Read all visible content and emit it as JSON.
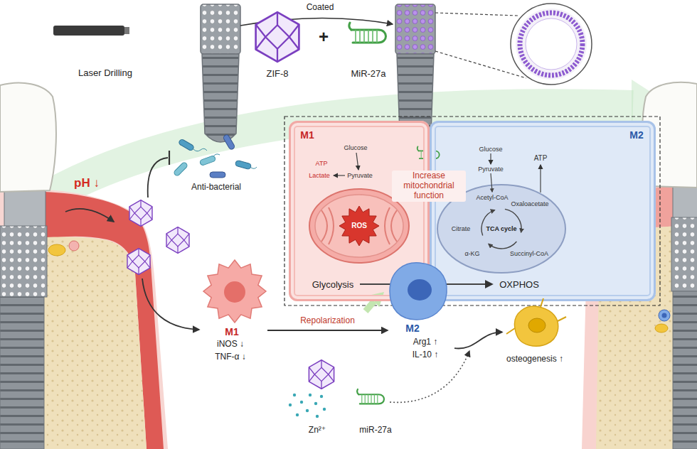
{
  "diagram": {
    "nodes": [
      {
        "text": [
          "M1",
          "Glycolysis"
        ]
      },
      {
        "text": [
          "ROS"
        ],
        "in": 0
      },
      {
        "text": [
          "M2",
          "OXPHOS"
        ]
      },
      {
        "text": [
          "Acetyl-CoA",
          "Oxaloacetate",
          "Citrate",
          "TCA cycle",
          "Succinyl-CoA",
          "α-KG"
        ],
        "in": 2
      },
      {
        "text": [
          "M1",
          "iNOS ↓",
          "TNF-α ↓"
        ]
      },
      {
        "text": [
          "M2",
          "Arg1 ↑",
          "IL-10 ↑"
        ]
      },
      {
        "text": [
          "osteogenesis ↑"
        ]
      }
    ],
    "edges": [
      {
        "from": 4,
        "to": 5,
        "label": "Repolarization",
        "arrow": "to"
      },
      {
        "from": 5,
        "to": 6,
        "arrow": "to"
      }
    ],
    "labels": [
      "Laser Drilling",
      "Coated",
      "ZIF-8",
      "+",
      "MiR-27a",
      "pH ↓",
      "Anti-bacterial",
      "Glucose",
      "ATP",
      "Lactate",
      "Pyruvate",
      "Increase mitochondrial function",
      "Glucose",
      "Pyruvate",
      "ATP",
      "Zn²⁺",
      "miR-27a"
    ]
  }
}
